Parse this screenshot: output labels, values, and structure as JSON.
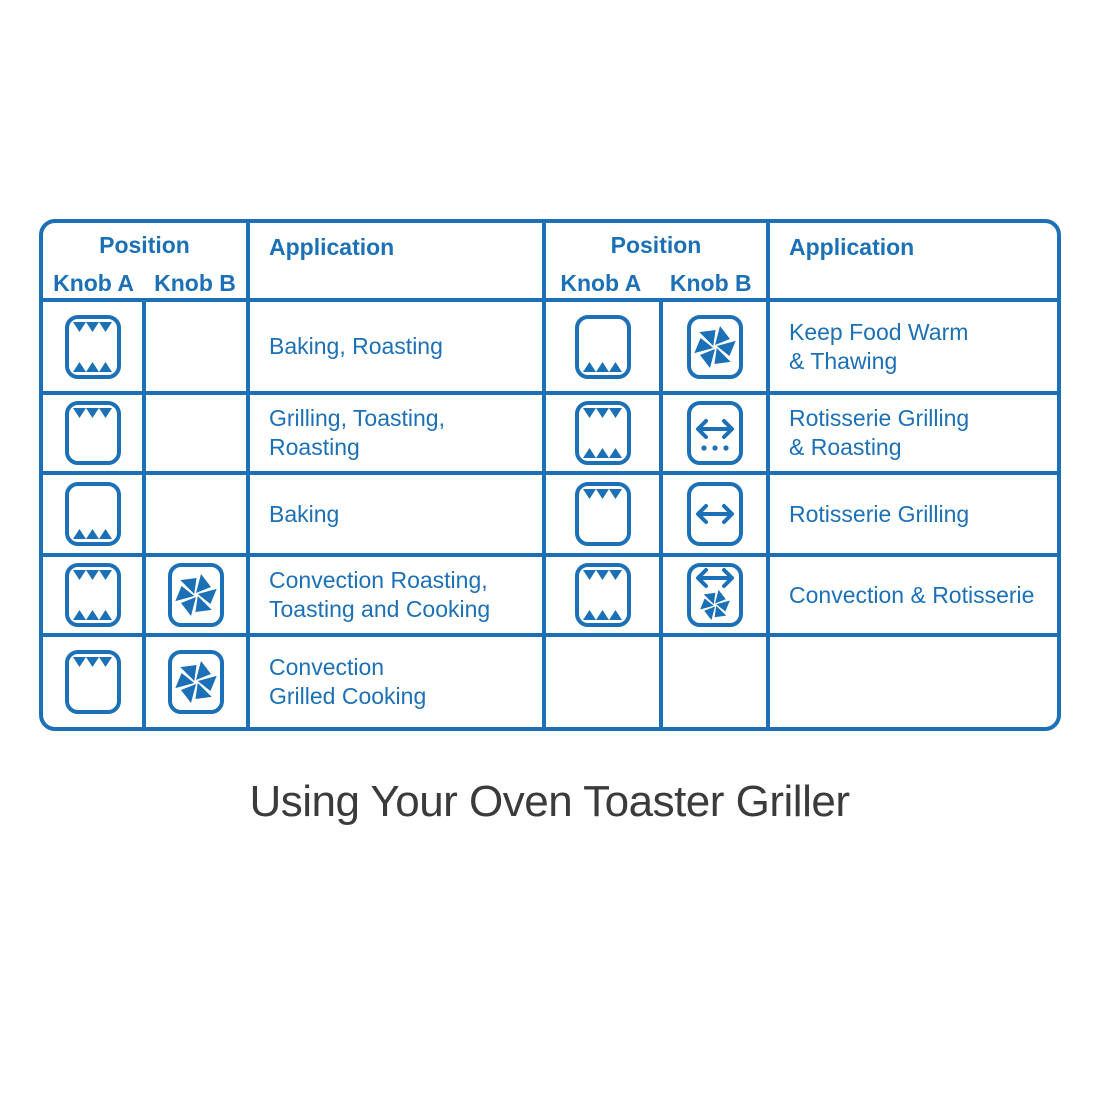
{
  "accent_color": "#1c70b5",
  "title": "Using Your Oven Toaster Griller",
  "table": {
    "left": {
      "position_label": "Position",
      "knob_a_label": "Knob A",
      "knob_b_label": "Knob B",
      "application_label": "Application",
      "rows": [
        {
          "knob_a": "oven-top-bottom-icon",
          "knob_b": "",
          "application": "Baking, Roasting"
        },
        {
          "knob_a": "oven-top-icon",
          "knob_b": "",
          "application": "Grilling, Toasting,\nRoasting"
        },
        {
          "knob_a": "oven-bottom-icon",
          "knob_b": "",
          "application": "Baking"
        },
        {
          "knob_a": "oven-top-bottom-icon",
          "knob_b": "fan-icon",
          "application": "Convection Roasting,\nToasting and Cooking"
        },
        {
          "knob_a": "oven-top-icon",
          "knob_b": "fan-icon",
          "application": "Convection\nGrilled Cooking"
        }
      ]
    },
    "right": {
      "position_label": "Position",
      "knob_a_label": "Knob A",
      "knob_b_label": "Knob B",
      "application_label": "Application",
      "rows": [
        {
          "knob_a": "oven-bottom-icon",
          "knob_b": "fan-icon",
          "application": "Keep Food Warm\n& Thawing"
        },
        {
          "knob_a": "oven-top-bottom-icon",
          "knob_b": "rotisserie-dots-icon",
          "application": "Rotisserie Grilling\n& Roasting"
        },
        {
          "knob_a": "oven-top-icon",
          "knob_b": "rotisserie-icon",
          "application": "Rotisserie Grilling"
        },
        {
          "knob_a": "oven-top-bottom-icon",
          "knob_b": "rotisserie-fan-icon",
          "application": "Convection & Rotisserie"
        },
        {
          "knob_a": "",
          "knob_b": "",
          "application": ""
        }
      ]
    }
  }
}
